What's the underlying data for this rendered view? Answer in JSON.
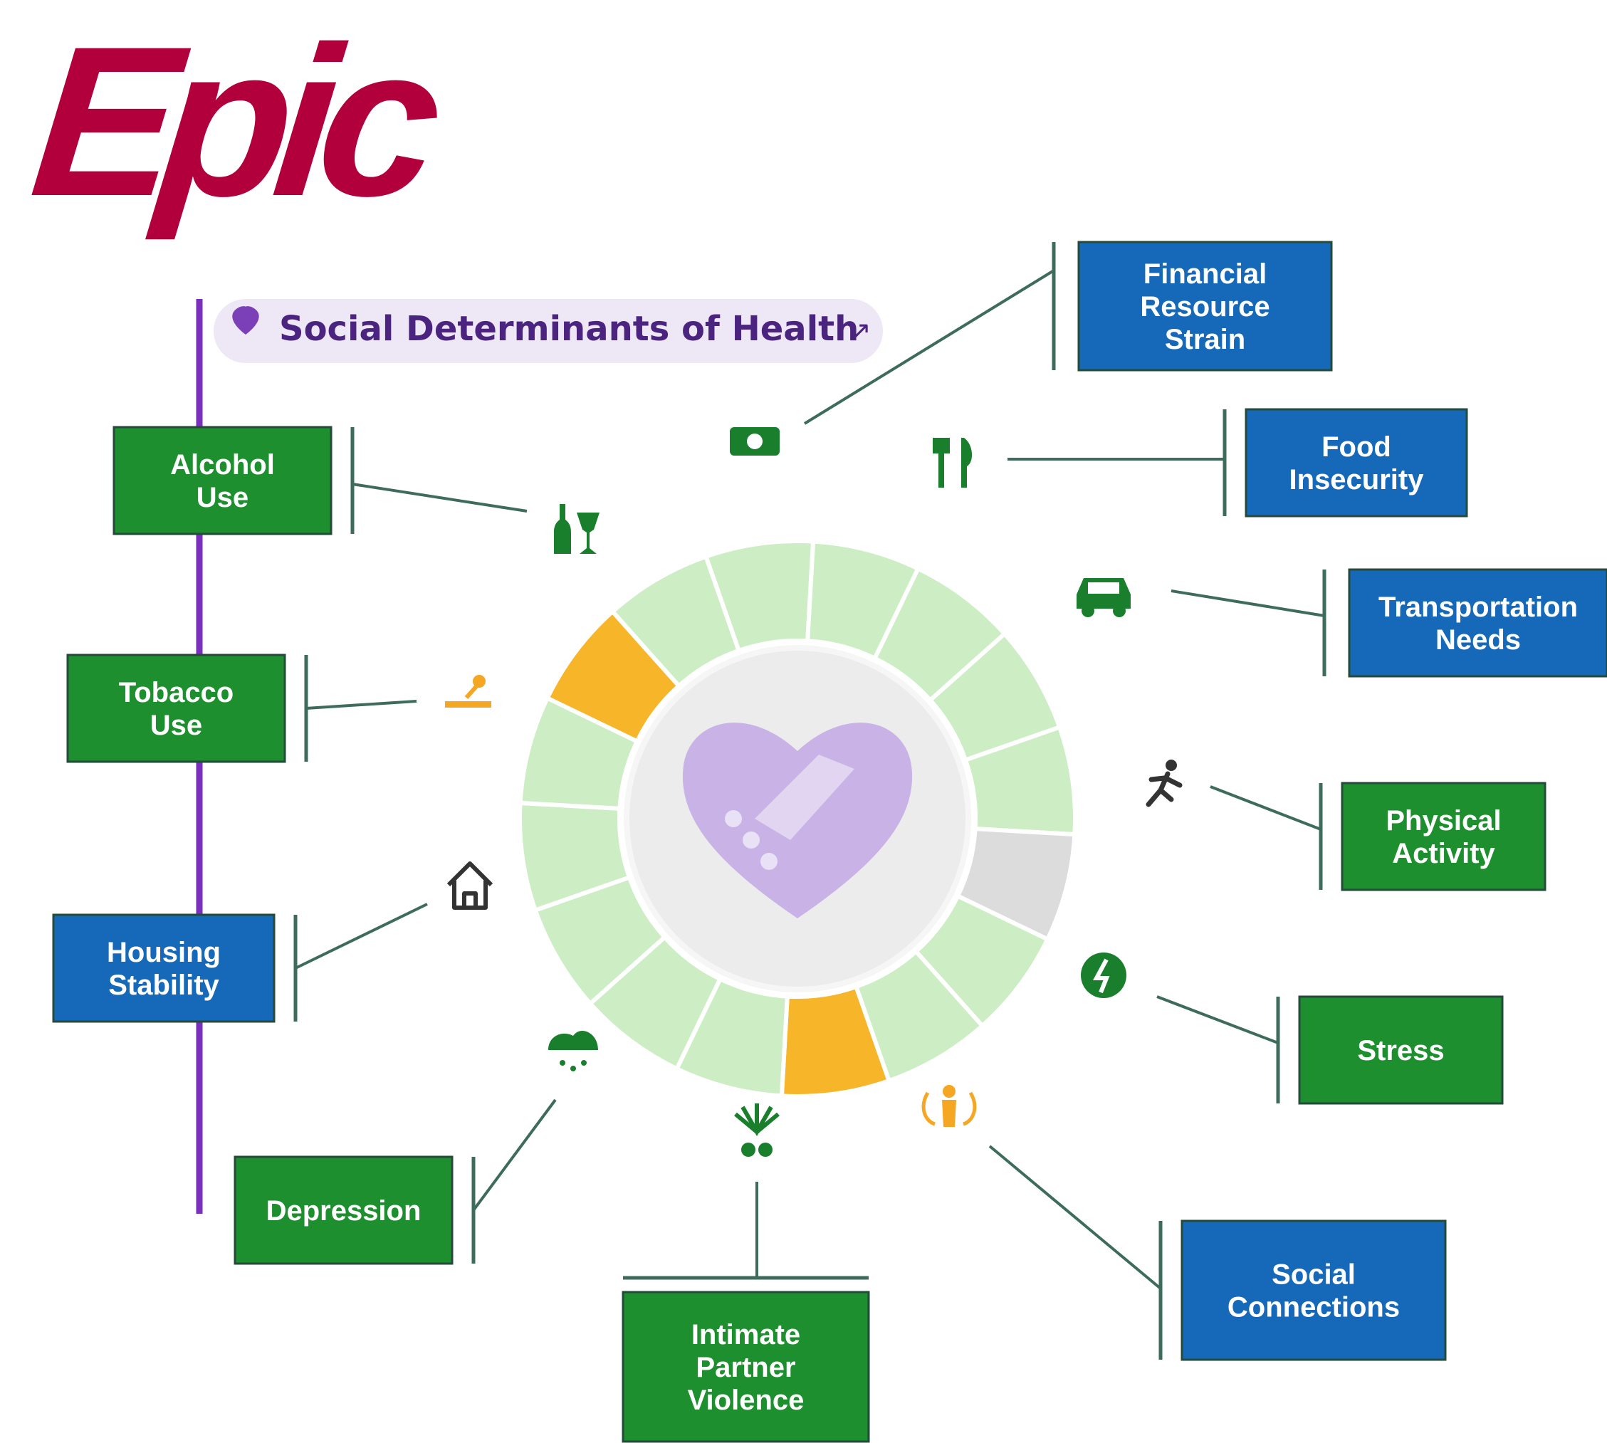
{
  "logo": {
    "text": "Epic",
    "color": "#b1003b"
  },
  "header": {
    "title": "Social Determinants of Health",
    "heart_color": "#7b3fb8",
    "title_color": "#4b2480",
    "pill_bg": "#eee7f6",
    "timeline_color": "#7b2fbe"
  },
  "colors": {
    "green_box": "#1e8f2e",
    "blue_box": "#1668b8",
    "seg_light": "#cdeec4",
    "seg_orange": "#f7b62a",
    "seg_gray": "#dcdcdc",
    "connector": "#3d6b5c",
    "inner_circle": "#ececec",
    "center_heart": "#c9b3e6",
    "icon_green": "#1a7f2c",
    "icon_orange": "#f5a623"
  },
  "determinants": [
    {
      "id": "financial",
      "lines": [
        "Financial",
        "Resource",
        "Strain"
      ],
      "status": "blue",
      "icon": "money-icon"
    },
    {
      "id": "food",
      "lines": [
        "Food",
        "Insecurity"
      ],
      "status": "blue",
      "icon": "fork-knife-icon"
    },
    {
      "id": "transportation",
      "lines": [
        "Transportation",
        "Needs"
      ],
      "status": "blue",
      "icon": "car-icon"
    },
    {
      "id": "physical",
      "lines": [
        "Physical",
        "Activity"
      ],
      "status": "green",
      "icon": "runner-icon"
    },
    {
      "id": "stress",
      "lines": [
        "Stress"
      ],
      "status": "green",
      "icon": "stress-head-icon"
    },
    {
      "id": "social",
      "lines": [
        "Social",
        "Connections"
      ],
      "status": "blue",
      "icon": "people-icon"
    },
    {
      "id": "ipv",
      "lines": [
        "Intimate",
        "Partner",
        "Violence"
      ],
      "status": "green",
      "icon": "ipv-icon"
    },
    {
      "id": "depression",
      "lines": [
        "Depression"
      ],
      "status": "green",
      "icon": "rain-cloud-icon"
    },
    {
      "id": "housing",
      "lines": [
        "Housing",
        "Stability"
      ],
      "status": "blue",
      "icon": "house-icon"
    },
    {
      "id": "tobacco",
      "lines": [
        "Tobacco",
        "Use"
      ],
      "status": "green",
      "icon": "cigarette-icon"
    },
    {
      "id": "alcohol",
      "lines": [
        "Alcohol",
        "Use"
      ],
      "status": "green",
      "icon": "bottle-glass-icon"
    }
  ],
  "ring_segments": [
    "light",
    "light",
    "light",
    "light",
    "light",
    "gray",
    "light",
    "light",
    "orange",
    "light",
    "light",
    "light",
    "light",
    "light",
    "orange",
    "light"
  ]
}
